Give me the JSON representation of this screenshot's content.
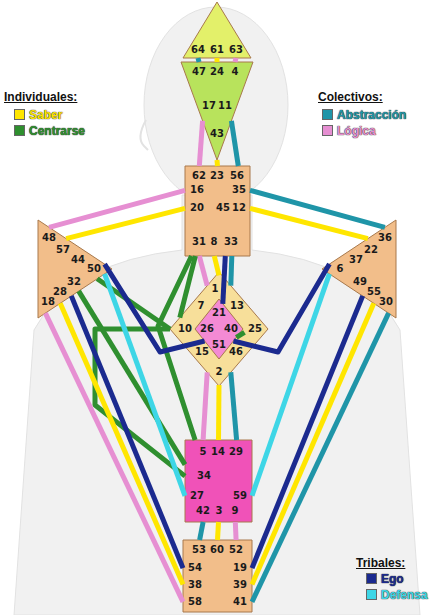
{
  "diagram": {
    "nodes": [
      {
        "text": [
          "64",
          "61",
          "63"
        ]
      },
      {
        "text": [
          "47",
          "24",
          "4",
          "17",
          "11",
          "43"
        ]
      },
      {
        "text": [
          "62",
          "23",
          "56",
          "16",
          "35",
          "20",
          "12",
          "45",
          "31",
          "8",
          "33"
        ]
      },
      {
        "text": [
          "1",
          "7",
          "13",
          "10",
          "25",
          "15",
          "46",
          "2"
        ]
      },
      {
        "text": [
          "21",
          "26",
          "40",
          "51"
        ],
        "in": 3
      },
      {
        "text": [
          "48",
          "57",
          "44",
          "50",
          "32",
          "28",
          "18"
        ]
      },
      {
        "text": [
          "36",
          "22",
          "37",
          "6",
          "49",
          "55",
          "30"
        ]
      },
      {
        "text": [
          "5",
          "14",
          "29",
          "34",
          "27",
          "59",
          "42",
          "3",
          "9"
        ]
      },
      {
        "text": [
          "53",
          "60",
          "52",
          "54",
          "19",
          "38",
          "39",
          "58",
          "41"
        ]
      }
    ],
    "edges": [
      {
        "from": 0,
        "to": 1,
        "arrow": "none"
      },
      {
        "from": 0,
        "to": 1,
        "arrow": "none"
      },
      {
        "from": 0,
        "to": 1,
        "arrow": "none"
      },
      {
        "from": 1,
        "to": 2,
        "arrow": "none"
      },
      {
        "from": 1,
        "to": 2,
        "arrow": "none"
      },
      {
        "from": 1,
        "to": 2,
        "arrow": "none"
      },
      {
        "from": 2,
        "to": 5,
        "arrow": "none"
      },
      {
        "from": 2,
        "to": 5,
        "arrow": "none"
      },
      {
        "from": 2,
        "to": 6,
        "arrow": "none"
      },
      {
        "from": 2,
        "to": 6,
        "arrow": "none"
      },
      {
        "from": 2,
        "to": 3,
        "arrow": "none"
      },
      {
        "from": 2,
        "to": 3,
        "arrow": "none"
      },
      {
        "from": 2,
        "to": 3,
        "arrow": "none"
      },
      {
        "from": 2,
        "to": 3,
        "arrow": "none"
      },
      {
        "from": 2,
        "to": 4,
        "arrow": "none"
      },
      {
        "from": 2,
        "to": 7,
        "arrow": "none"
      },
      {
        "from": 3,
        "to": 7,
        "arrow": "none"
      },
      {
        "from": 3,
        "to": 7,
        "arrow": "none"
      },
      {
        "from": 3,
        "to": 7,
        "arrow": "none"
      },
      {
        "from": 3,
        "to": 5,
        "arrow": "none"
      },
      {
        "from": 3,
        "to": 7,
        "arrow": "none"
      },
      {
        "from": 3,
        "to": 4,
        "arrow": "none"
      },
      {
        "from": 4,
        "to": 5,
        "arrow": "none"
      },
      {
        "from": 4,
        "to": 6,
        "arrow": "none"
      },
      {
        "from": 7,
        "to": 5,
        "arrow": "none"
      },
      {
        "from": 7,
        "to": 5,
        "arrow": "none"
      },
      {
        "from": 7,
        "to": 6,
        "arrow": "none"
      },
      {
        "from": 7,
        "to": 8,
        "arrow": "none"
      },
      {
        "from": 7,
        "to": 8,
        "arrow": "none"
      },
      {
        "from": 7,
        "to": 8,
        "arrow": "none"
      },
      {
        "from": 5,
        "to": 8,
        "arrow": "none"
      },
      {
        "from": 5,
        "to": 8,
        "arrow": "none"
      },
      {
        "from": 5,
        "to": 8,
        "arrow": "none"
      },
      {
        "from": 6,
        "to": 8,
        "arrow": "none"
      },
      {
        "from": 6,
        "to": 8,
        "arrow": "none"
      },
      {
        "from": 6,
        "to": 8,
        "arrow": "none"
      }
    ],
    "labels": [
      "Individuales:",
      "Colectivos:",
      "Tribales:"
    ],
    "legend": [
      {
        "text": "Saber",
        "color": "#ffe600"
      },
      {
        "text": "Centrarse",
        "color": "#2f8f2f"
      },
      {
        "text": "Abstracción",
        "color": "#1f95a8"
      },
      {
        "text": "Lógica",
        "color": "#e68fd2"
      },
      {
        "text": "Ego",
        "color": "#1b2a8f"
      },
      {
        "text": "Defensa",
        "color": "#3ed6e6"
      }
    ]
  }
}
